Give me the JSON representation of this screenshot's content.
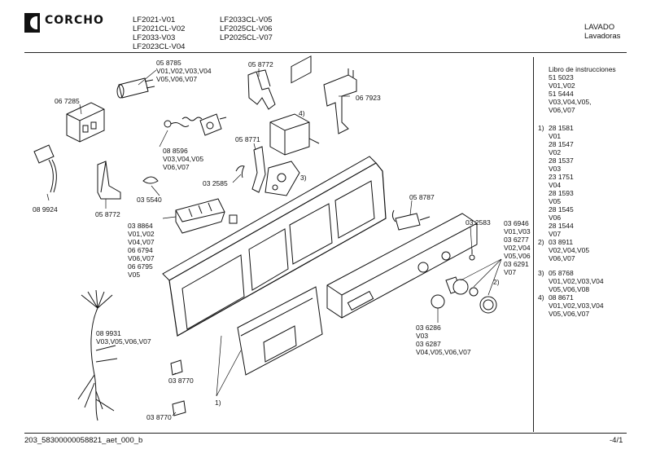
{
  "brand": "CORCHO",
  "header": {
    "models_col1": [
      "LF2021-V01",
      "LF2021CL-V02",
      "LF2033-V03",
      "LF2023CL-V04"
    ],
    "models_col2": [
      "LF2033CL-V05",
      "LF2025CL-V06",
      "LP2025CL-V07"
    ],
    "category": [
      "LAVADO",
      "Lavadoras"
    ]
  },
  "legend": [
    {
      "marker": "",
      "lines": [
        "Libro de instrucciones",
        "51 5023",
        "V01,V02",
        "51 5444",
        "V03,V04,V05,",
        "V06,V07"
      ]
    },
    {
      "marker": "1)",
      "lines": [
        "28 1581",
        "V01",
        "28 1547",
        "V02",
        "28 1537",
        "V03",
        "23 1751",
        "V04",
        "28 1593",
        "V05",
        "28 1545",
        "V06",
        "28 1544",
        "V07"
      ]
    },
    {
      "marker": "2)",
      "lines": [
        "03 8911",
        "V02,V04,V05",
        "V06,V07"
      ]
    },
    {
      "marker": "3)",
      "lines": [
        "05 8768",
        "V01,V02,V03,V04",
        "V05,V06,V08"
      ]
    },
    {
      "marker": "4)",
      "lines": [
        "08 8671",
        "V01,V02,V03,V04",
        "V05,V06,V07"
      ]
    }
  ],
  "callouts": {
    "c058785": [
      "05 8785",
      "V01,V02,V03,V04",
      "V05,V06,V07"
    ],
    "c058772a": "05 8772",
    "c067923": "06 7923",
    "c067285": "06 7285",
    "c088596": [
      "08 8596",
      "V03,V04,V05",
      "V06,V07"
    ],
    "c058771": "05 8771",
    "c032585": "03 2585",
    "c035540": "03 5540",
    "c089924": "08 9924",
    "c058772b": "05 8772",
    "c038864": [
      "03 8864",
      "V01,V02",
      "V04,V07",
      "06 6794",
      "V06,V07",
      "06 6795",
      "V05"
    ],
    "c058787": "05 8787",
    "c032583": "03 2583",
    "c036946": [
      "03 6946",
      "V01,V03",
      "03 6277",
      "V02,V04",
      "V05,V06",
      "03 6291",
      "V07"
    ],
    "c036286": [
      "03 6286",
      "V03",
      "03 6287",
      "V04,V05,V06,V07"
    ],
    "c089931": [
      "08 9931",
      "V03,V05,V06,V07"
    ],
    "c038770a": "03 8770",
    "c038770b": "03 8770",
    "m4": "4)",
    "m3": "3)",
    "m2": "2)",
    "m1": "1)"
  },
  "footer": {
    "doc_id": "203_58300000058821_aet_000_b",
    "page": "-4/1"
  }
}
